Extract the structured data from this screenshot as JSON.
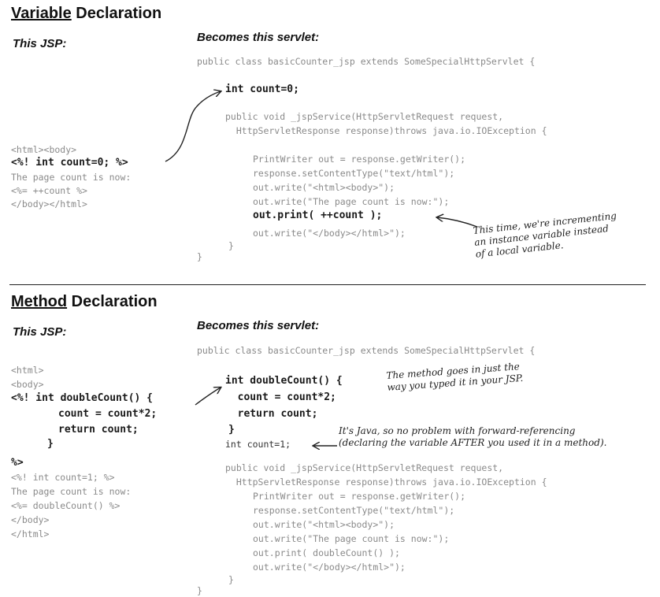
{
  "section1": {
    "title_word1": "Variable",
    "title_word2": "Declaration",
    "jsp_label": "This JSP:",
    "servlet_label": "Becomes this servlet:",
    "servlet_lines": [
      "public class basicCounter_jsp extends SomeSpecialHttpServlet {",
      "int count=0;",
      "public void _jspService(HttpServletRequest request,",
      "  HttpServletResponse response)throws java.io.IOException {",
      "PrintWriter out = response.getWriter();",
      "response.setContentType(\"text/html\");",
      "out.write(\"<html><body>\");",
      "out.write(\"The page count is now:\");",
      "out.print( ++count );",
      "out.write(\"</body></html>\");",
      "}",
      "}"
    ],
    "jsp_lines": [
      "<html><body>",
      "<%! int count=0; %>",
      "The page count is now:",
      "<%= ++count %>",
      "</body></html>"
    ],
    "note": [
      "This time, we're incrementing",
      "an instance variable instead",
      "of a local variable."
    ]
  },
  "section2": {
    "title_word1": "Method",
    "title_word2": "Declaration",
    "jsp_label": "This JSP:",
    "servlet_label": "Becomes this servlet:",
    "servlet_lines": [
      "public class basicCounter_jsp extends SomeSpecialHttpServlet {",
      "int doubleCount() {",
      "  count = count*2;",
      "  return count;",
      "}",
      "int count=1;",
      "public void _jspService(HttpServletRequest request,",
      "  HttpServletResponse response)throws java.io.IOException {",
      "PrintWriter out = response.getWriter();",
      "response.setContentType(\"text/html\");",
      "out.write(\"<html><body>\");",
      "out.write(\"The page count is now:\");",
      "out.print( doubleCount() );",
      "out.write(\"</body></html>\");",
      "}",
      "}"
    ],
    "jsp_lines": [
      "<html>",
      "<body>",
      "<%! int doubleCount() {",
      "count = count*2;",
      "return count;",
      "}",
      "%>",
      "<%! int count=1; %>",
      "The page count is now:",
      "<%= doubleCount() %>",
      "</body>",
      "</html>"
    ],
    "note_method": [
      "The method goes in just the",
      "way you typed it in your JSP."
    ],
    "note_forward": [
      "It's Java, so no problem with forward-referencing",
      "(declaring the variable AFTER you used it in a method)."
    ]
  }
}
